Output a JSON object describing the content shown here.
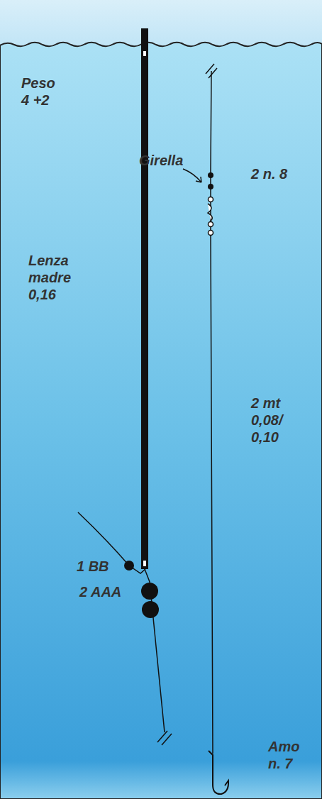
{
  "diagram": {
    "labels": [
      "Peso 4 +2",
      "Girella",
      "2 n. 8",
      "Lenza madre 0,16",
      "2 mt 0,08/ 0,10",
      "1 BB",
      "2 AAA",
      "Amo n. 7"
    ]
  }
}
